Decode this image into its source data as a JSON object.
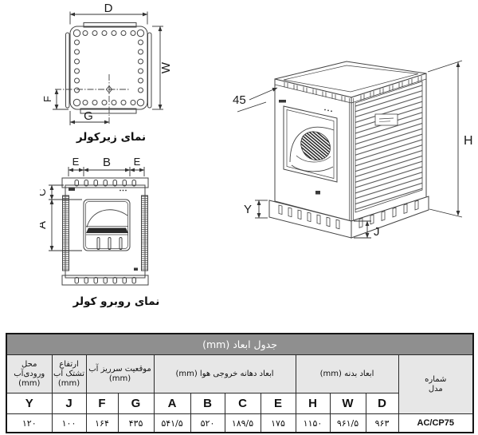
{
  "diagrams": {
    "bottom_view": {
      "caption": "نمای زیرکولر",
      "dim_d": "D",
      "dim_w": "W",
      "dim_f": "F",
      "dim_g": "G"
    },
    "front_view": {
      "caption": "نمای روبرو کولر",
      "dim_e_left": "E",
      "dim_b": "B",
      "dim_e_right": "E",
      "dim_c": "C",
      "dim_a": "A"
    },
    "iso_view": {
      "dim_angle": "45",
      "dim_h": "H",
      "dim_y": "Y",
      "dim_j": "J"
    }
  },
  "table": {
    "title": "جدول ابعاد (mm)",
    "groups": {
      "inlet": [
        "محل",
        "ورودی‌آب",
        "(mm)"
      ],
      "tray": [
        "ارتفاع",
        "تشتک آب",
        "(mm)"
      ],
      "overflow": [
        "موقعیت سرریز آب",
        "(mm)"
      ],
      "outlet": "ابعاد دهانه خروجی هوا (mm)",
      "body": "ابعاد بدنه (mm)"
    },
    "model_header": [
      "شماره",
      "مدل"
    ],
    "letters": [
      "Y",
      "J",
      "F",
      "G",
      "A",
      "B",
      "C",
      "E",
      "H",
      "W",
      "D"
    ],
    "values": [
      "۱۲۰",
      "۱۰۰",
      "۱۶۴",
      "۴۳۵",
      "۵۴۱/۵",
      "۵۲۰",
      "۱۸۹/۵",
      "۱۷۵",
      "۱۱۵۰",
      "۹۶۱/۵",
      "۹۶۳"
    ],
    "model_value": "AC/CP75",
    "colors": {
      "title_bg": "#8f8f8f",
      "title_fg": "#ffffff",
      "header_bg": "#e7e7e7",
      "border": "#1a1a1a",
      "line": "#3a3a3a"
    }
  }
}
